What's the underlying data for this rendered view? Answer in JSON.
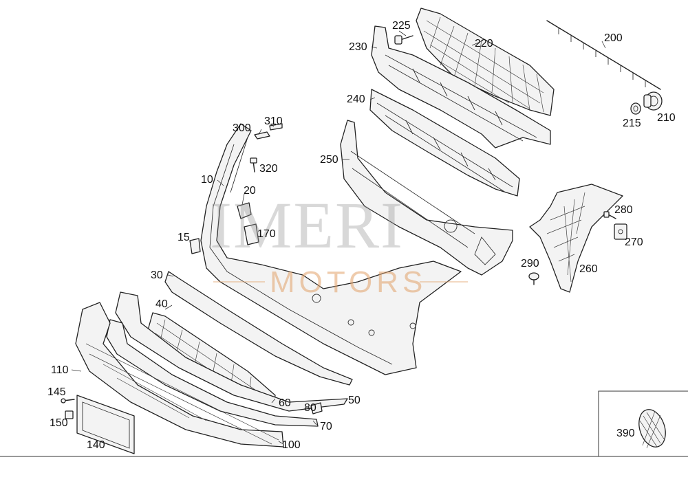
{
  "watermark": {
    "brand": "IMERI",
    "sub": "MOTORS",
    "sub_color": "#e2a26a"
  },
  "callouts": {
    "c200": "200",
    "c210": "210",
    "c215": "215",
    "c220": "220",
    "c225": "225",
    "c230": "230",
    "c240": "240",
    "c250": "250",
    "c260": "260",
    "c270": "270",
    "c280": "280",
    "c290": "290",
    "c300": "300",
    "c310": "310",
    "c320": "320",
    "c10": "10",
    "c20": "20",
    "c170": "170",
    "c15": "15",
    "c30": "30",
    "c40": "40",
    "c50": "50",
    "c60": "60",
    "c70": "70",
    "c80": "80",
    "c100": "100",
    "c110": "110",
    "c140": "140",
    "c145": "145",
    "c150": "150",
    "c390": "390"
  }
}
